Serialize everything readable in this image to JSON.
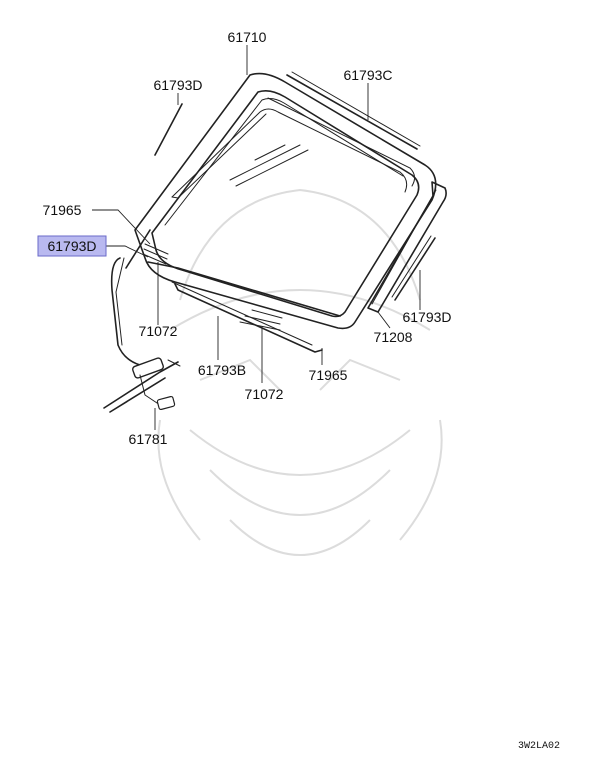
{
  "diagram": {
    "highlight_color": "#b9b9f0",
    "labels": {
      "p61710": "61710",
      "p61793d_tl": "61793D",
      "p61793c": "61793C",
      "p71965_l": "71965",
      "p61793d_sel": "61793D",
      "p71072_l": "71072",
      "p61793b": "61793B",
      "p71072_b": "71072",
      "p71965_r": "71965",
      "p71208": "71208",
      "p61793d_r": "61793D",
      "p61781": "61781"
    },
    "figure_code": "3W2LA02"
  }
}
